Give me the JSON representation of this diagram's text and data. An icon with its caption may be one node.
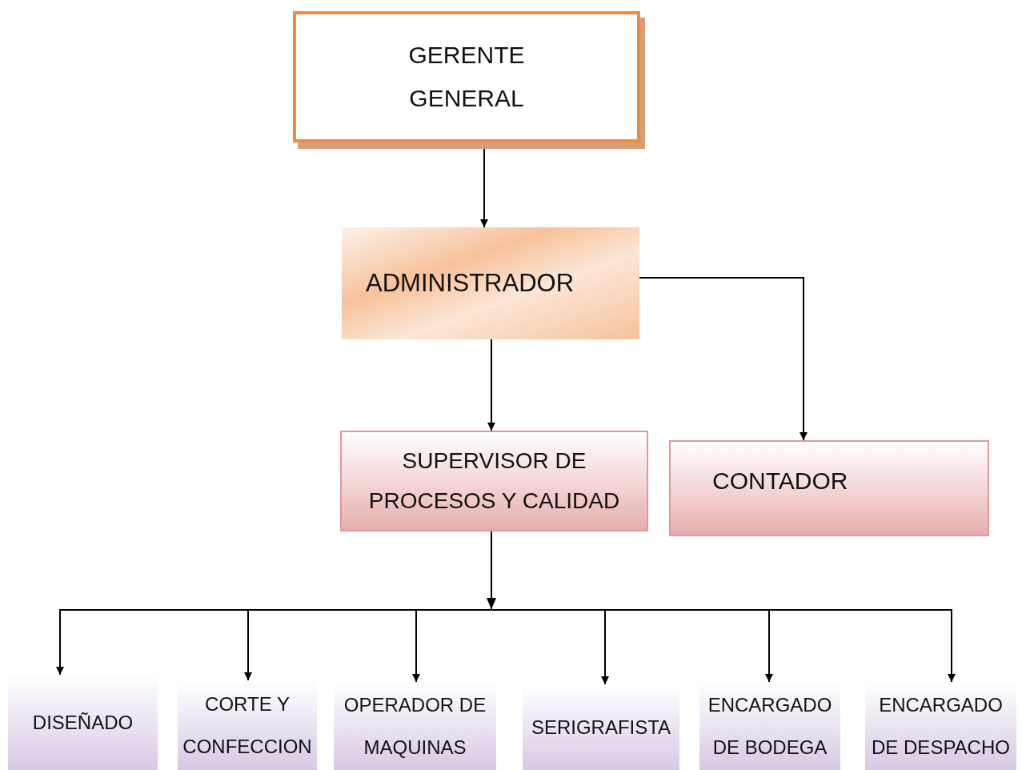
{
  "diagram": {
    "nodes": [
      {
        "text": [
          "GERENTE GENERAL"
        ]
      },
      {
        "text": [
          "ADMINISTRADOR"
        ]
      },
      {
        "text": [
          "SUPERVISOR DE PROCESOS Y CALIDAD"
        ]
      },
      {
        "text": [
          "CONTADOR"
        ]
      },
      {
        "text": [
          "DISEÑADO"
        ]
      },
      {
        "text": [
          "CORTE Y CONFECCION"
        ]
      },
      {
        "text": [
          "OPERADOR DE MAQUINAS"
        ]
      },
      {
        "text": [
          "SERIGRAFISTA"
        ]
      },
      {
        "text": [
          "ENCARGADO DE BODEGA"
        ]
      },
      {
        "text": [
          "ENCARGADO DE DESPACHO"
        ]
      }
    ],
    "edges": [
      {
        "from": 0,
        "to": 1,
        "arrow": "to"
      },
      {
        "from": 1,
        "to": 2,
        "arrow": "to"
      },
      {
        "from": 1,
        "to": 3,
        "arrow": "to"
      },
      {
        "from": 2,
        "to": 4,
        "arrow": "to"
      },
      {
        "from": 2,
        "to": 5,
        "arrow": "to"
      },
      {
        "from": 2,
        "to": 6,
        "arrow": "to"
      },
      {
        "from": 2,
        "to": 7,
        "arrow": "to"
      },
      {
        "from": 2,
        "to": 8,
        "arrow": "to"
      },
      {
        "from": 2,
        "to": 9,
        "arrow": "to"
      }
    ]
  }
}
